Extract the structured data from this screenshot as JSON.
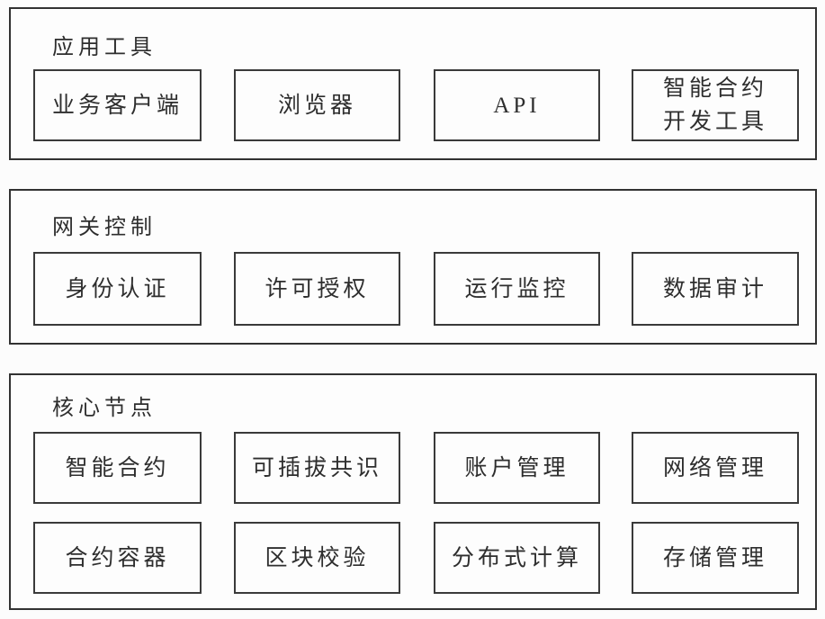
{
  "colors": {
    "outer_border": "#323232",
    "box_border": "#3a3a3a",
    "text": "#2e2e2e",
    "background": "#fcfcfc"
  },
  "sections": [
    {
      "title": "应用工具",
      "boxes": [
        {
          "lines": [
            "业务客户端"
          ]
        },
        {
          "lines": [
            "浏览器"
          ]
        },
        {
          "lines": [
            "API"
          ]
        },
        {
          "lines": [
            "智能合约",
            "开发工具"
          ]
        }
      ]
    },
    {
      "title": "网关控制",
      "boxes": [
        {
          "lines": [
            "身份认证"
          ]
        },
        {
          "lines": [
            "许可授权"
          ]
        },
        {
          "lines": [
            "运行监控"
          ]
        },
        {
          "lines": [
            "数据审计"
          ]
        }
      ]
    },
    {
      "title": "核心节点",
      "boxes": [
        {
          "lines": [
            "智能合约"
          ]
        },
        {
          "lines": [
            "可插拔共识"
          ]
        },
        {
          "lines": [
            "账户管理"
          ]
        },
        {
          "lines": [
            "网络管理"
          ]
        },
        {
          "lines": [
            "合约容器"
          ]
        },
        {
          "lines": [
            "区块校验"
          ]
        },
        {
          "lines": [
            "分布式计算"
          ]
        },
        {
          "lines": [
            "存储管理"
          ]
        }
      ]
    }
  ]
}
